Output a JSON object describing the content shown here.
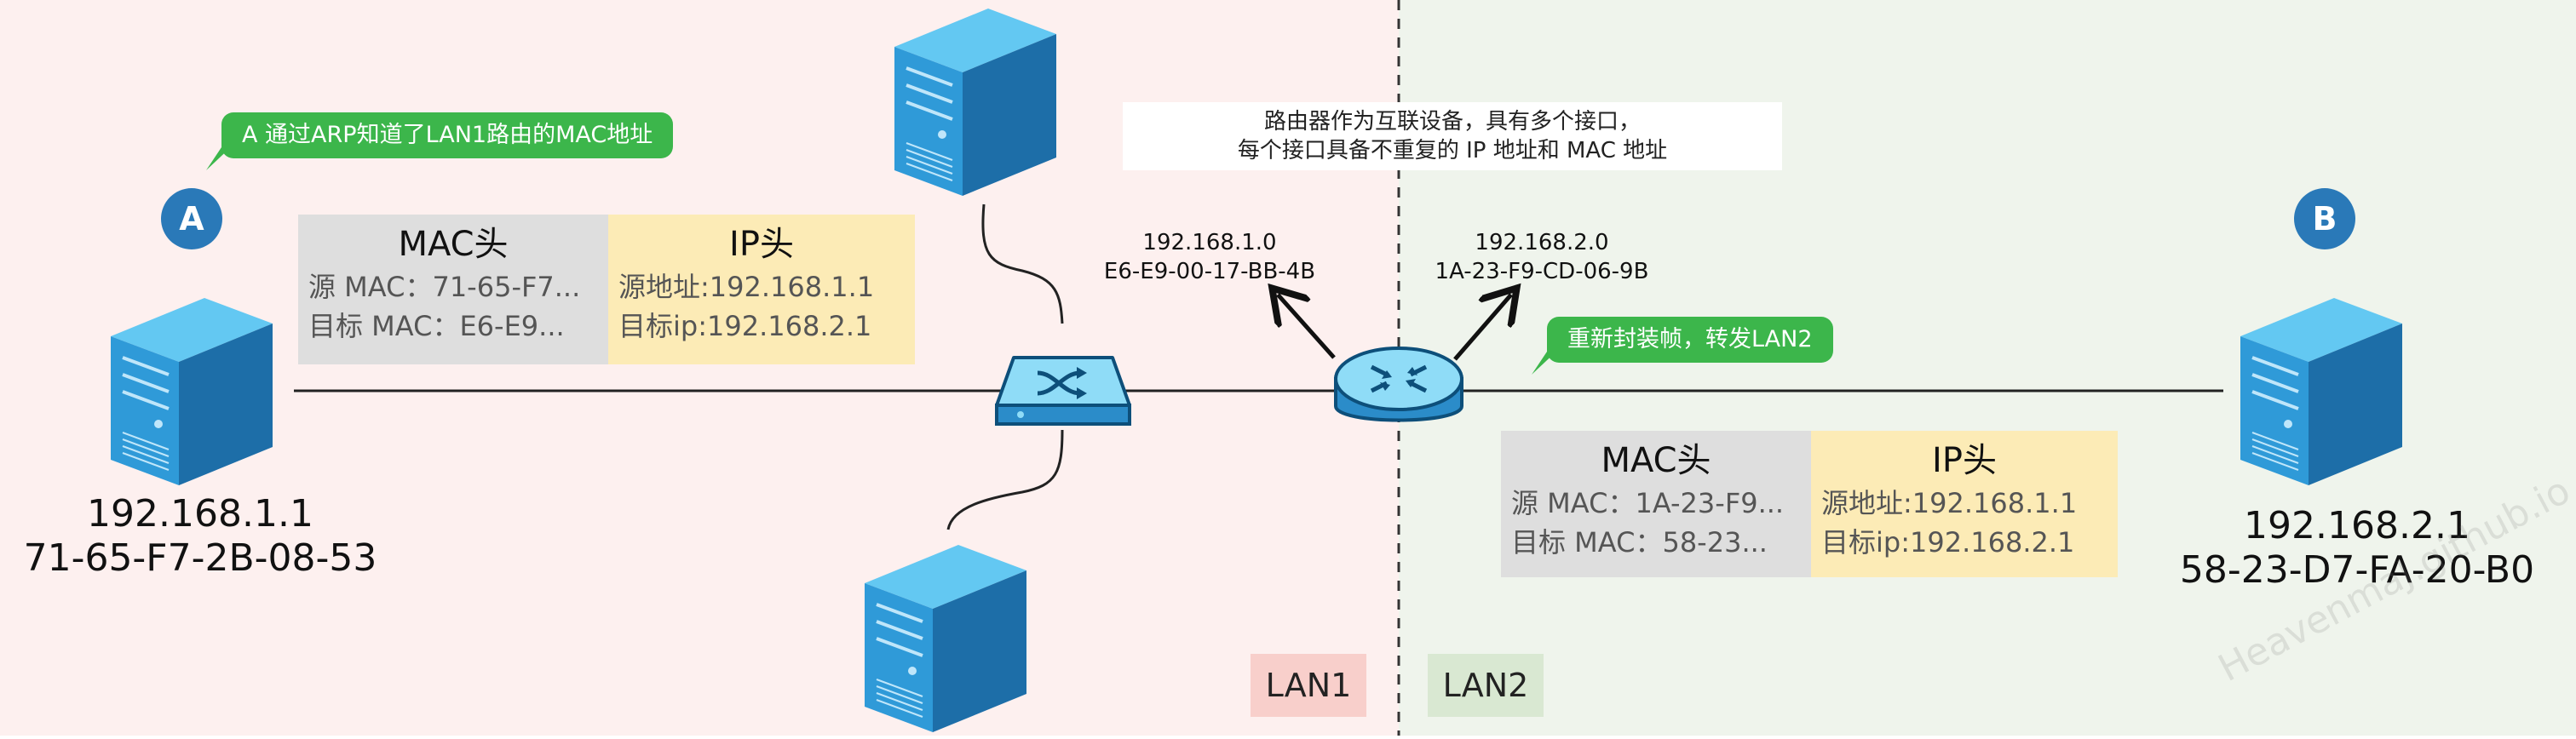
{
  "colors": {
    "lan1_bg": "#fdf0ef",
    "lan2_bg": "#eff4ec",
    "badge": "#2a79b8",
    "bubble": "#3cb64b",
    "mac_cell": "#dedede",
    "ip_cell": "#fcebb6",
    "lan1_tag": "#f8cfcb",
    "lan2_tag": "#d9e8d2",
    "device_blue": "#2f8fd2"
  },
  "icons": {
    "server": "server-tower-icon",
    "switch": "switch-icon",
    "router": "router-icon"
  },
  "host_a": {
    "badge": "A",
    "ip": "192.168.1.1",
    "mac": "71-65-F7-2B-08-53"
  },
  "host_b": {
    "badge": "B",
    "ip": "192.168.2.1",
    "mac": "58-23-D7-FA-20-B0"
  },
  "bubbles": {
    "a_learned": "A 通过ARP知道了LAN1路由的MAC地址",
    "reframe": "重新封装帧，转发LAN2"
  },
  "router_note": {
    "line1": "路由器作为互联设备，具有多个接口，",
    "line2": "每个接口具备不重复的 IP 地址和 MAC 地址"
  },
  "router_interfaces": {
    "lan1": {
      "ip": "192.168.1.0",
      "mac": "E6-E9-00-17-BB-4B"
    },
    "lan2": {
      "ip": "192.168.2.0",
      "mac": "1A-23-F9-CD-06-9B"
    }
  },
  "frame_lan1": {
    "mac_title": "MAC头",
    "mac_src": "源 MAC：71-65-F7...",
    "mac_dst": "目标 MAC：E6-E9...",
    "ip_title": "IP头",
    "ip_src": "源地址:192.168.1.1",
    "ip_dst": "目标ip:192.168.2.1"
  },
  "frame_lan2": {
    "mac_title": "MAC头",
    "mac_src": "源 MAC：1A-23-F9...",
    "mac_dst": "目标 MAC：58-23...",
    "ip_title": "IP头",
    "ip_src": "源地址:192.168.1.1",
    "ip_dst": "目标ip:192.168.2.1"
  },
  "lan_labels": {
    "lan1": "LAN1",
    "lan2": "LAN2"
  },
  "watermark": "HeavenmaJ.github.io"
}
